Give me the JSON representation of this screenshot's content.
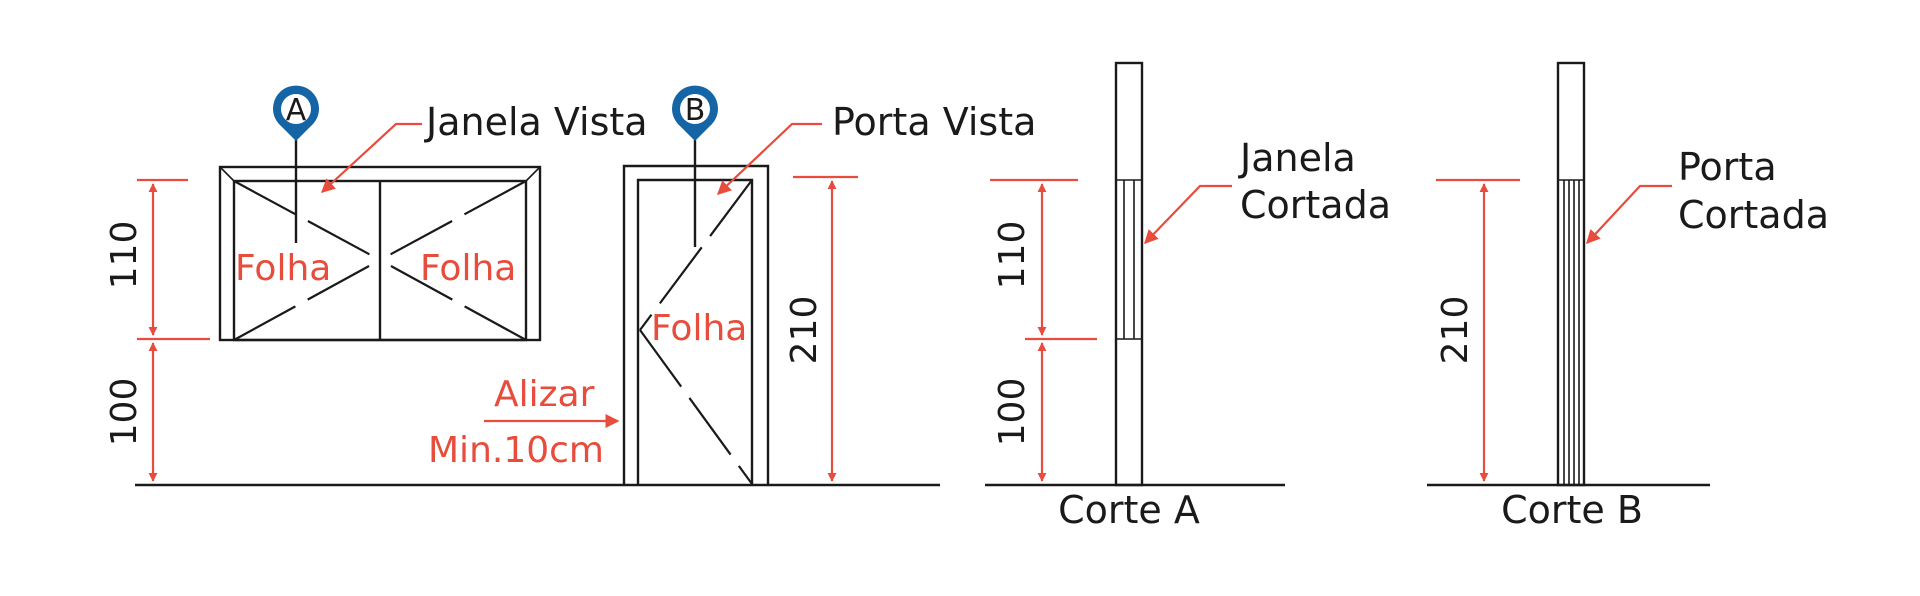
{
  "colors": {
    "accent_red": "#e74c3c",
    "marker_blue": "#1565a6",
    "line": "#1a1a1a",
    "background": "#ffffff"
  },
  "markers": {
    "a": "A",
    "b": "B"
  },
  "labels": {
    "janela_vista": "Janela Vista",
    "porta_vista": "Porta Vista",
    "folha_left": "Folha",
    "folha_right": "Folha",
    "folha_door": "Folha",
    "alizar": "Alizar",
    "alizar_min": "Min.10cm",
    "janela_cortada_1": "Janela",
    "janela_cortada_2": "Cortada",
    "porta_cortada_1": "Porta",
    "porta_cortada_2": "Cortada",
    "corte_a": "Corte A",
    "corte_b": "Corte B"
  },
  "dimensions": {
    "window_height": "110",
    "window_sill": "100",
    "door_height": "210",
    "section_a_window": "110",
    "section_a_sill": "100",
    "section_b_door": "210"
  }
}
